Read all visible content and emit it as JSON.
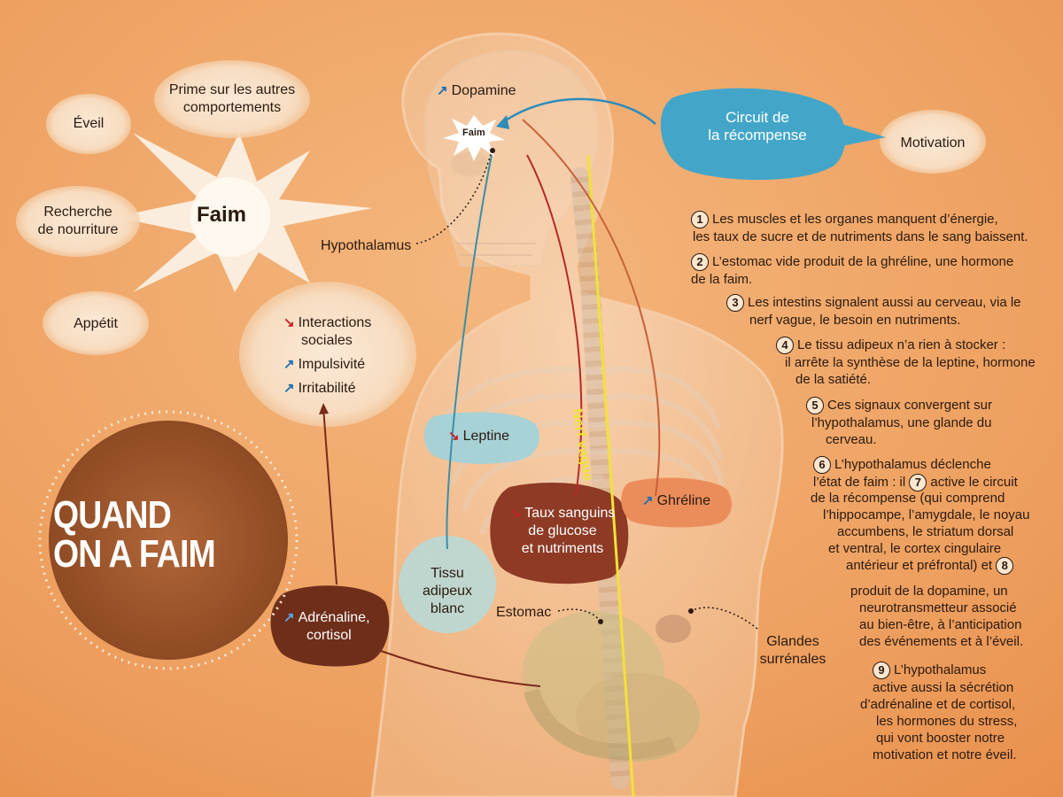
{
  "title_lines": [
    "QUAND",
    "ON A FAIM"
  ],
  "center_label": "Faim",
  "hunger_effects": {
    "eveil": "Éveil",
    "prime": [
      "Prime sur les autres",
      "comportements"
    ],
    "recherche": [
      "Recherche",
      "de nourriture"
    ],
    "appetit": "Appétit"
  },
  "behaviors": [
    {
      "arrow": "down",
      "label": [
        "Interactions",
        "sociales"
      ]
    },
    {
      "arrow": "up",
      "label": [
        "Impulsivité"
      ]
    },
    {
      "arrow": "up",
      "label": [
        "Irritabilité"
      ]
    }
  ],
  "anatomy_labels": {
    "dopamine": "Dopamine",
    "faim_small": "Faim",
    "hypothalamus": "Hypothalamus",
    "leptine": "Leptine",
    "ghreline": "Ghréline",
    "taux": [
      "Taux sanguins",
      "de glucose",
      "et nutriments"
    ],
    "tissu": [
      "Tissu",
      "adipeux",
      "blanc"
    ],
    "estomac": "Estomac",
    "glandes": [
      "Glandes",
      "surrénales"
    ],
    "adrenaline": [
      "Adrénaline,",
      "cortisol"
    ],
    "nerf": "Nerf vague",
    "circuit": [
      "Circuit de",
      "la récompense"
    ],
    "motivation": "Motivation"
  },
  "steps": [
    {
      "n": "1",
      "lines": [
        "Les muscles et les organes manquent d’énergie,",
        "les taux de sucre et de nutriments dans le sang baissent."
      ]
    },
    {
      "n": "2",
      "lines": [
        "L’estomac vide produit de la ghréline, une hormone",
        "de la faim."
      ]
    },
    {
      "n": "3",
      "lines": [
        "Les intestins signalent aussi au cerveau, via le",
        "nerf vague, le besoin en nutriments."
      ]
    },
    {
      "n": "4",
      "lines": [
        "Le tissu adipeux n’a rien à stocker :",
        "il arrête la synthèse de la leptine, hormone",
        "de la satiété."
      ]
    },
    {
      "n": "5",
      "lines": [
        "Ces signaux convergent sur",
        "l’hypothalamus, une glande du",
        "cerveau."
      ]
    },
    {
      "n": "6",
      "lines": [
        "L’hypothalamus déclenche",
        "l’état de faim : il"
      ]
    },
    {
      "n": "7",
      "lines": [
        "active le circuit",
        "de la récompense (qui comprend",
        "l’hippocampe, l’amygdale, le noyau",
        "accumbens, le striatum dorsal",
        "et ventral, le cortex cingulaire",
        "antérieur et préfrontal) et"
      ]
    },
    {
      "n": "8",
      "lines": [
        "produit de la dopamine, un",
        "neurotransmetteur associé",
        "au bien-être, à l’anticipation",
        "des événements et à l’éveil."
      ]
    },
    {
      "n": "9",
      "lines": [
        "L’hypothalamus",
        "active aussi la sécrétion",
        "d’adrénaline et de cortisol,",
        "les hormones du stress,",
        "qui vont booster notre",
        "motivation et notre éveil."
      ]
    }
  ]
}
